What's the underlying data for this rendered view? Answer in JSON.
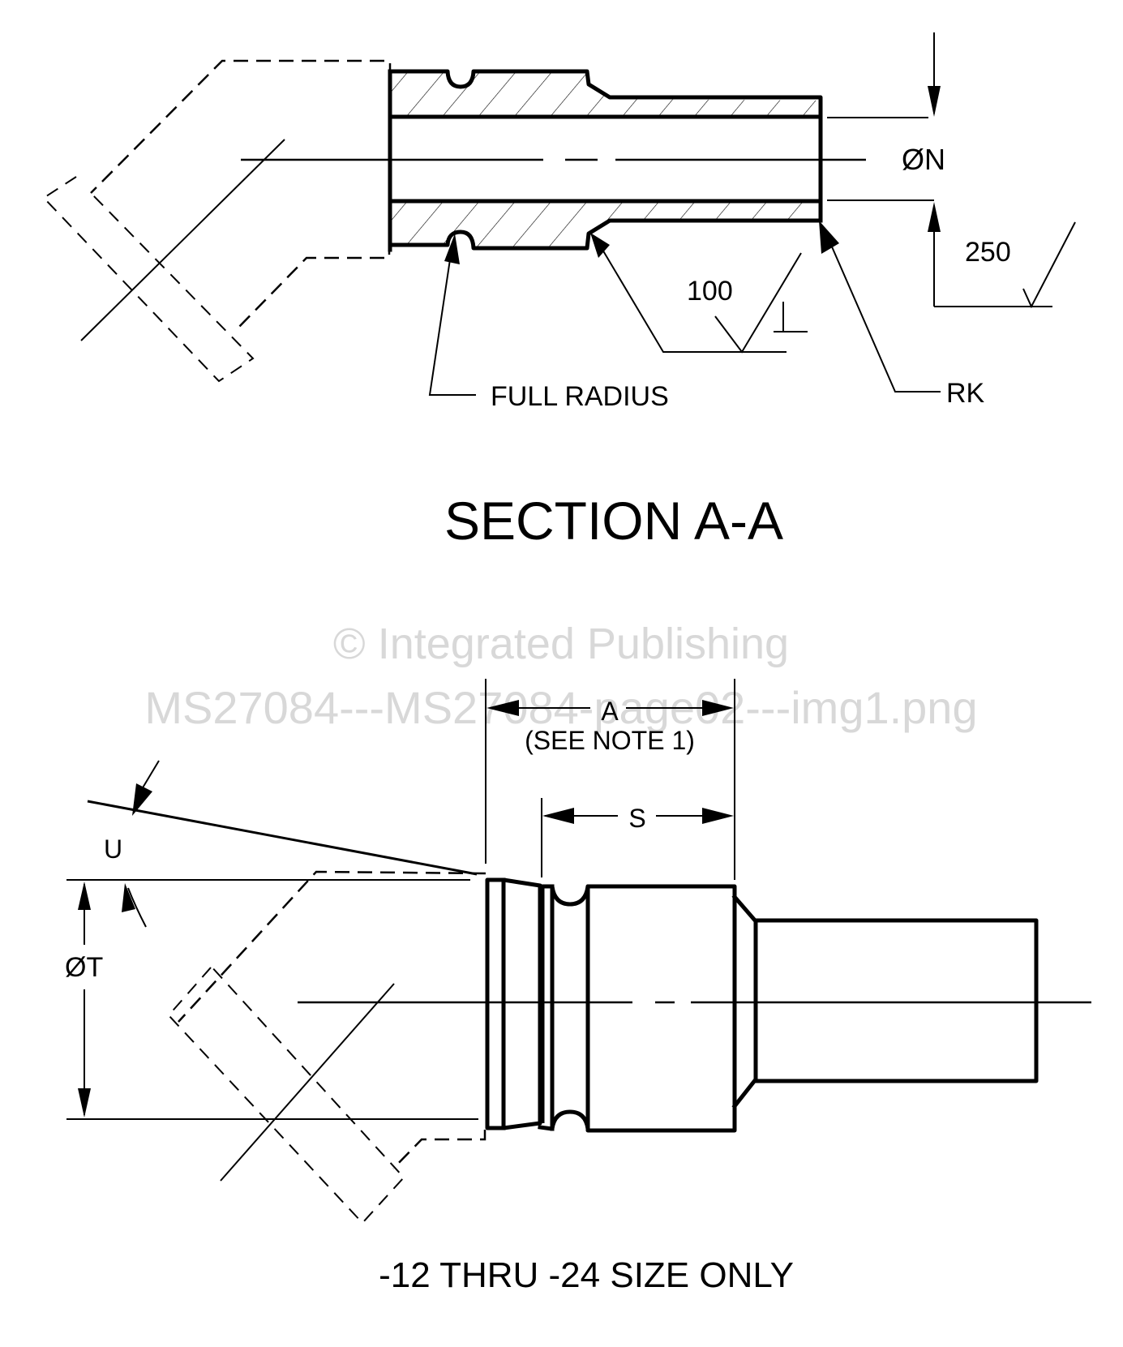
{
  "section_view": {
    "title": "SECTION A-A",
    "labels": {
      "diameter_n": "ØN",
      "finish_250": "250",
      "finish_100": "100",
      "perpendicular_symbol": "⊥",
      "full_radius": "FULL RADIUS",
      "rk": "RK"
    }
  },
  "watermark": {
    "line1": "© Integrated Publishing",
    "line2": "MS27084---MS27084-page02---img1.png"
  },
  "side_view": {
    "caption": "-12 THRU -24 SIZE ONLY",
    "labels": {
      "dim_a": "A",
      "dim_a_note": "(SEE NOTE 1)",
      "dim_s": "S",
      "angle_u": "U",
      "diameter_t": "ØT"
    }
  },
  "colors": {
    "ink": "#000000",
    "watermark": "#d8d8d8",
    "background": "#ffffff"
  }
}
